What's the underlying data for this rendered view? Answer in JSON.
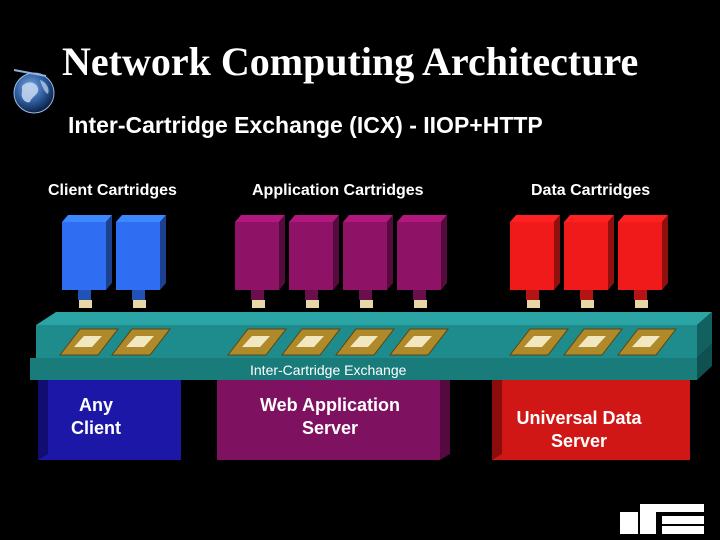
{
  "slide": {
    "title": "Network Computing Architecture",
    "subtitle": "Inter-Cartridge Exchange (ICX) -  IIOP+HTTP"
  },
  "groups": [
    {
      "key": "client",
      "label": "Client Cartridges",
      "cartridge_count": 2,
      "color": "#2f6df2",
      "server_label": "Any\nClient"
    },
    {
      "key": "application",
      "label": "Application Cartridges",
      "cartridge_count": 4,
      "color": "#8e1265",
      "server_label": "Web Application\nServer"
    },
    {
      "key": "data",
      "label": "Data Cartridges",
      "cartridge_count": 3,
      "color": "#f01a1a",
      "server_label": "Universal Data\nServer"
    }
  ],
  "bus": {
    "label": "Inter-Cartridge Exchange",
    "color": "#1e8c8c"
  },
  "icons": {
    "top_left": "globe-icon",
    "bottom_right": "company-logo-icon"
  }
}
